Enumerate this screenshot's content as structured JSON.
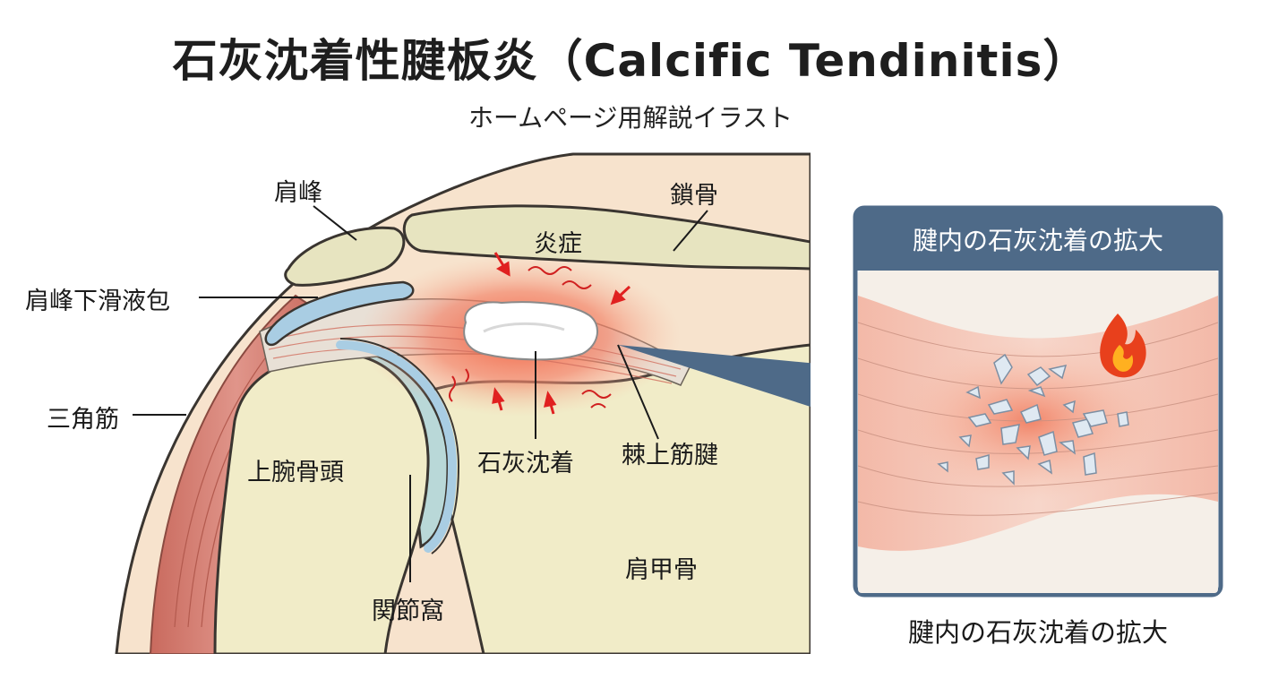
{
  "title": "石灰沈着性腱板炎（Calcific Tendinitis）",
  "subtitle": "ホームページ用解説イラスト",
  "labels": {
    "acromion": "肩峰",
    "clavicle": "鎖骨",
    "inflammation": "炎症",
    "subacromial_bursa": "肩峰下滑液包",
    "deltoid": "三角筋",
    "humeral_head": "上腕骨頭",
    "calcium_deposit": "石灰沈着",
    "supraspinatus_tendon": "棘上筋腱",
    "scapula": "肩甲骨",
    "glenoid": "関節窩"
  },
  "inset": {
    "header": "腱内の石灰沈着の拡大",
    "caption": "腱内の石灰沈着の拡大"
  },
  "colors": {
    "bone": "#f1ecc8",
    "bone_outline": "#3a3530",
    "skin": "#f7e3cd",
    "bursa": "#a9cde3",
    "cartilage": "#b9d8d8",
    "muscle": "#d9877a",
    "inflammation": "#f0705a",
    "inset_header": "#4e6a88",
    "arrow": "#e02020"
  }
}
